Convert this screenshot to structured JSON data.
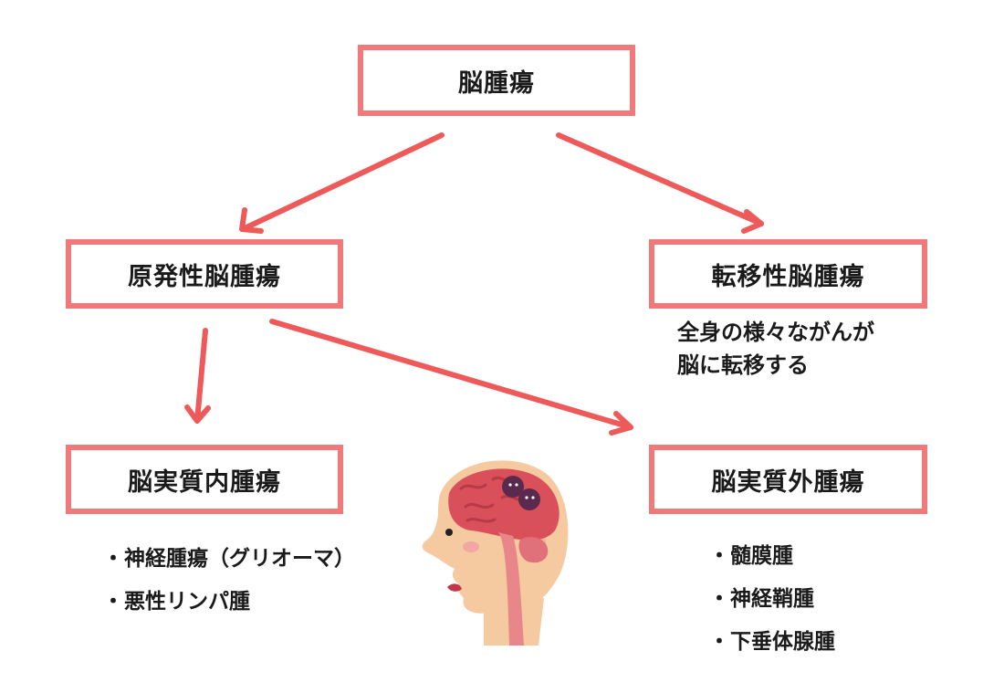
{
  "diagram": {
    "root": "脳腫瘍",
    "primary": "原発性脳腫瘍",
    "metastatic": "転移性脳腫瘍",
    "metastatic_note_line1": "全身の様々ながんが",
    "metastatic_note_line2": "脳に転移する",
    "intra_axial": "脳実質内腫瘍",
    "extra_axial": "脳実質外腫瘍",
    "bullet": "・",
    "intra_axial_items": [
      "神経腫瘍（グリオーマ）",
      "悪性リンパ腫"
    ],
    "extra_axial_items": [
      "髄膜腫",
      "神経鞘腫",
      "下垂体腺腫"
    ]
  },
  "colors": {
    "box_border": "#f07a7a",
    "arrow": "#ee5a5a",
    "skin": "#f6caa0",
    "brain": "#d9505a",
    "tumor": "#5a2a4e"
  },
  "icons": {
    "illustration": "head-brain-tumor-illustration"
  }
}
